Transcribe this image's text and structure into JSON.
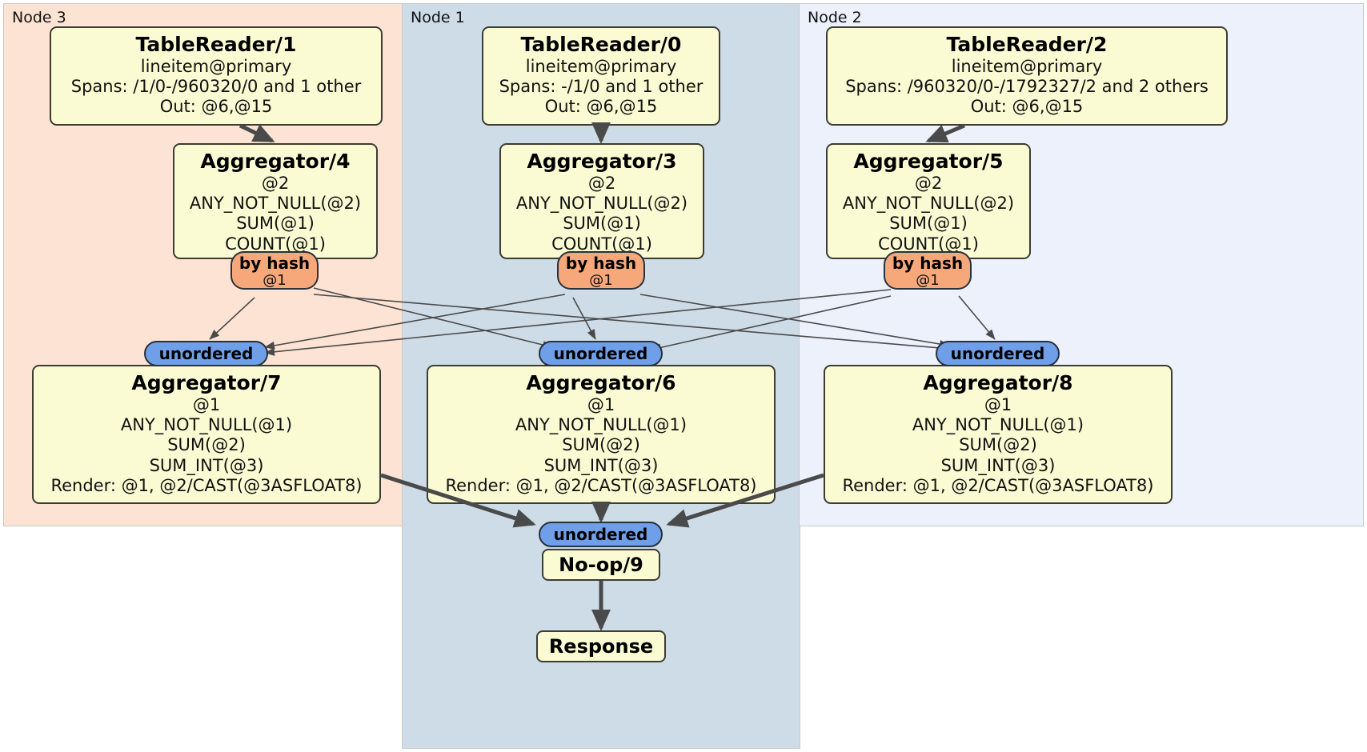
{
  "panels": [
    {
      "id": "node3",
      "label": "Node 3",
      "color": "#fde3d3"
    },
    {
      "id": "node1",
      "label": "Node 1",
      "color": "#cedce8"
    },
    {
      "id": "node2",
      "label": "Node 2",
      "color": "#edf1fc"
    }
  ],
  "processors": {
    "table_reader_1": {
      "title": "TableReader/1",
      "lines": [
        "lineitem@primary",
        "Spans: /1/0-/960320/0 and 1 other",
        "Out: @6,@15"
      ]
    },
    "table_reader_0": {
      "title": "TableReader/0",
      "lines": [
        "lineitem@primary",
        "Spans: -/1/0 and 1 other",
        "Out: @6,@15"
      ]
    },
    "table_reader_2": {
      "title": "TableReader/2",
      "lines": [
        "lineitem@primary",
        "Spans: /960320/0-/1792327/2 and 2 others",
        "Out: @6,@15"
      ]
    },
    "aggregator_4": {
      "title": "Aggregator/4",
      "lines": [
        "@2",
        "ANY_NOT_NULL(@2)",
        "SUM(@1)",
        "COUNT(@1)"
      ]
    },
    "aggregator_3": {
      "title": "Aggregator/3",
      "lines": [
        "@2",
        "ANY_NOT_NULL(@2)",
        "SUM(@1)",
        "COUNT(@1)"
      ]
    },
    "aggregator_5": {
      "title": "Aggregator/5",
      "lines": [
        "@2",
        "ANY_NOT_NULL(@2)",
        "SUM(@1)",
        "COUNT(@1)"
      ]
    },
    "aggregator_7": {
      "title": "Aggregator/7",
      "lines": [
        "@1",
        "ANY_NOT_NULL(@1)",
        "SUM(@2)",
        "SUM_INT(@3)",
        "Render: @1, @2/CAST(@3ASFLOAT8)"
      ]
    },
    "aggregator_6": {
      "title": "Aggregator/6",
      "lines": [
        "@1",
        "ANY_NOT_NULL(@1)",
        "SUM(@2)",
        "SUM_INT(@3)",
        "Render: @1, @2/CAST(@3ASFLOAT8)"
      ]
    },
    "aggregator_8": {
      "title": "Aggregator/8",
      "lines": [
        "@1",
        "ANY_NOT_NULL(@1)",
        "SUM(@2)",
        "SUM_INT(@3)",
        "Render: @1, @2/CAST(@3ASFLOAT8)"
      ]
    },
    "noop_9": {
      "title": "No-op/9",
      "lines": []
    },
    "response": {
      "title": "Response",
      "lines": []
    }
  },
  "routers": {
    "hash_left": {
      "title": "by hash",
      "sub": "@1",
      "color": "#f7a87a"
    },
    "hash_mid": {
      "title": "by hash",
      "sub": "@1",
      "color": "#f7a87a"
    },
    "hash_right": {
      "title": "by hash",
      "sub": "@1",
      "color": "#f7a87a"
    },
    "unordered_left": {
      "title": "unordered",
      "color": "#6f9fe8"
    },
    "unordered_mid": {
      "title": "unordered",
      "color": "#6f9fe8"
    },
    "unordered_right": {
      "title": "unordered",
      "color": "#6f9fe8"
    },
    "unordered_final": {
      "title": "unordered",
      "color": "#6f9fe8"
    }
  },
  "style": {
    "box_fill": "#fbfbd3",
    "box_stroke": "#3c3c32",
    "edge_color": "#4a4a4a"
  }
}
